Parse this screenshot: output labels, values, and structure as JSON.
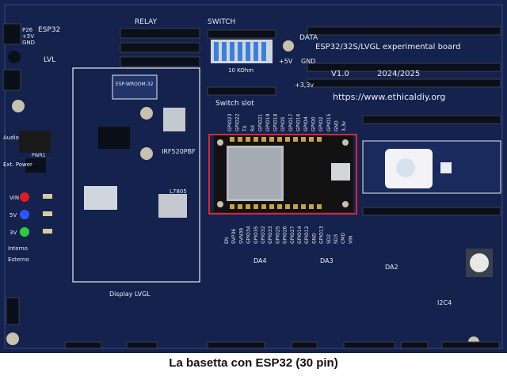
{
  "board": {
    "title": "ESP32/32S/LVGL experimental board",
    "version": "V1.0",
    "years": "2024/2025",
    "url": "https://www.ethicaldiy.org",
    "labels": {
      "esp32": "ESP32",
      "lvl": "LVL",
      "relay": "RELAY",
      "switch": "SWITCH",
      "switch_slot": "Switch slot",
      "resistor": "10 KOhm",
      "data": "DATA",
      "gnd": "GND",
      "v33": "+3,3v",
      "v5": "+5V",
      "audio": "Audio",
      "ext_power": "Ext. Power",
      "pwr": "PWR1",
      "esp_wroom": "ESP-WROOM-32",
      "irf": "IRF520PBF",
      "l7805": "L7805",
      "display_lvgl": "Display LVGL",
      "internal": "Interno",
      "external": "Esterno",
      "i2c": "I2C4",
      "da2": "DA2",
      "da3": "DA3",
      "da4": "DA4",
      "pcb_colors": {
        "board": "#14224d",
        "silk": "#e8ecf5",
        "header": "#0b0f19",
        "highlight": "#e0262b",
        "module": "#b8bcc4",
        "dip": "#3d7fd6"
      }
    },
    "left_pins": [
      "P26",
      "+5V",
      "GND"
    ],
    "pin_labels_top": [
      "GPIO23",
      "GPIO22",
      "TX",
      "RX",
      "GPIO21",
      "GPIO19",
      "GPIO18",
      "GPIO5",
      "GPIO17",
      "GPIO16",
      "GPIO4",
      "GPIO0",
      "GPIO2",
      "GPIO15",
      "GND",
      "3,3v"
    ],
    "pin_labels_bottom": [
      "EN",
      "SVP36",
      "SVN39",
      "GPIO34",
      "GPIO35",
      "GPIO32",
      "GPIO33",
      "GPIO25",
      "GPIO26",
      "GPIO27",
      "GPIO14",
      "GPIO12",
      "GND",
      "GPIO13",
      "SD2",
      "SD3",
      "CMD",
      "VIN"
    ],
    "led_labels": [
      "VIN",
      "5V",
      "3V"
    ],
    "caption": "La basetta con ESP32 (30 pin)"
  }
}
